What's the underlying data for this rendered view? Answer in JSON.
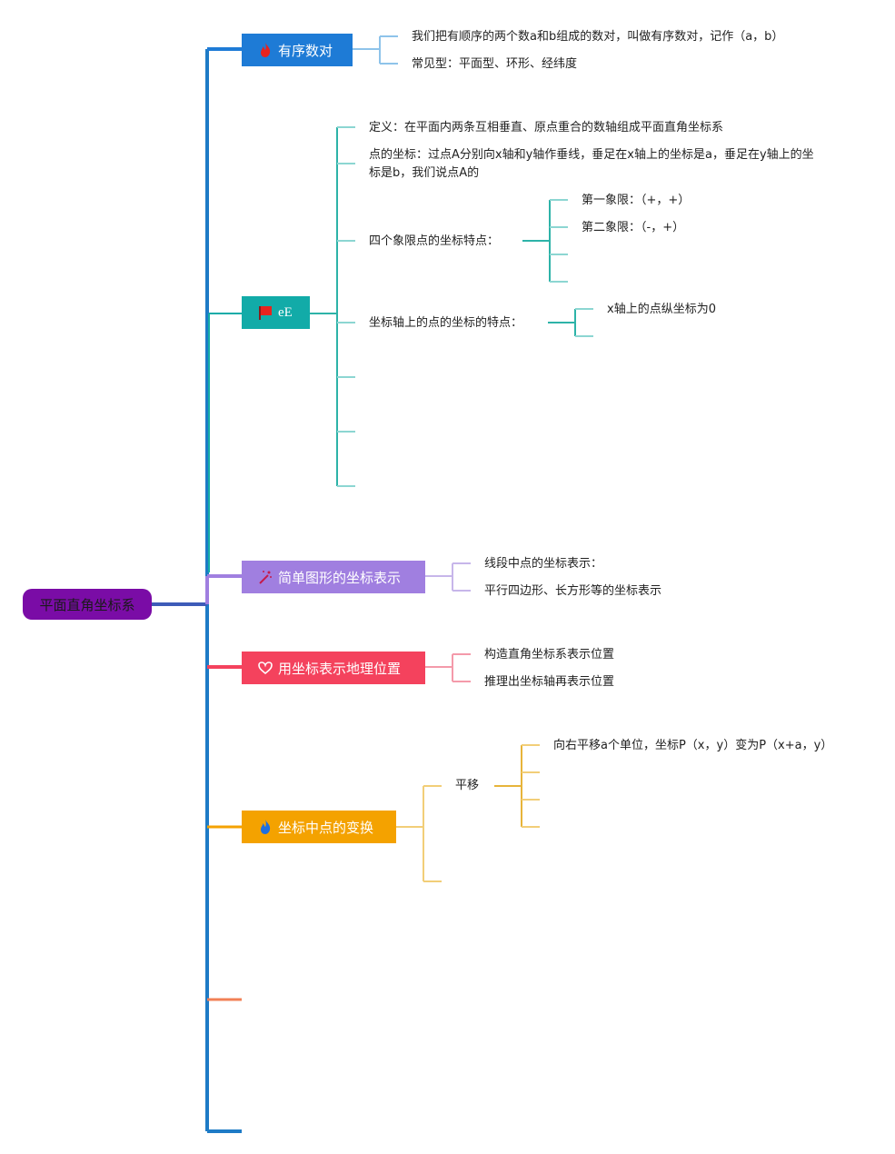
{
  "colors": {
    "spine": "#1E7BC6",
    "root": "#7A0CA6",
    "branch1": "#1E7BD6",
    "branch2": "#12ABA8",
    "branch3": "#A07FE0",
    "branch4": "#F4425D",
    "branch5": "#F4A200",
    "branch6_line": "#F28056",
    "teal_line": "#2DB3A8",
    "teal_light": "#8CD6D2",
    "blue_light": "#8EC3EA",
    "purple_light": "#C7B6EA",
    "pink_light": "#F49AAA",
    "yellow_light": "#F2CE78",
    "yellow_line": "#E7B43A"
  },
  "root": {
    "label": "平面直角坐标系"
  },
  "branches": [
    {
      "label": "有序数对",
      "icon": "fire-icon",
      "children": [
        "我们把有顺序的两个数a和b组成的数对，叫做有序数对，记作（a，b）",
        "常见型：平面型、环形、经纬度"
      ]
    },
    {
      "label": "eE",
      "icon": "flag-icon",
      "children": [
        {
          "text": "定义：在平面内两条互相垂直、原点重合的数轴组成平面直角坐标系"
        },
        {
          "text": "点的坐标：过点A分别向x轴和y轴作垂线，垂足在x轴上的坐标是a，垂足在y轴上的坐标是b，我们说点A的"
        },
        {
          "text": "四个象限点的坐标特点：",
          "children": [
            "第一象限：（+，+）",
            "第二象限：（-，+）",
            "",
            ""
          ]
        },
        {
          "text": "坐标轴上的点的坐标的特点：",
          "children": [
            "x轴上的点纵坐标为0",
            ""
          ]
        },
        {
          "text": ""
        },
        {
          "text": ""
        },
        {
          "text": ""
        }
      ]
    },
    {
      "label": "简单图形的坐标表示",
      "icon": "magic-wand-icon",
      "children": [
        "线段中点的坐标表示：",
        "平行四边形、长方形等的坐标表示"
      ]
    },
    {
      "label": "用坐标表示地理位置",
      "icon": "heart-icon",
      "children": [
        "构造直角坐标系表示位置",
        "推理出坐标轴再表示位置"
      ]
    },
    {
      "label": "坐标中点的变换",
      "icon": "flame-icon",
      "children": [
        {
          "text": "平移",
          "children": [
            "向右平移a个单位，坐标P（x，y）变为P（x+a，y）",
            "",
            "",
            ""
          ]
        },
        {
          "text": ""
        }
      ]
    }
  ]
}
